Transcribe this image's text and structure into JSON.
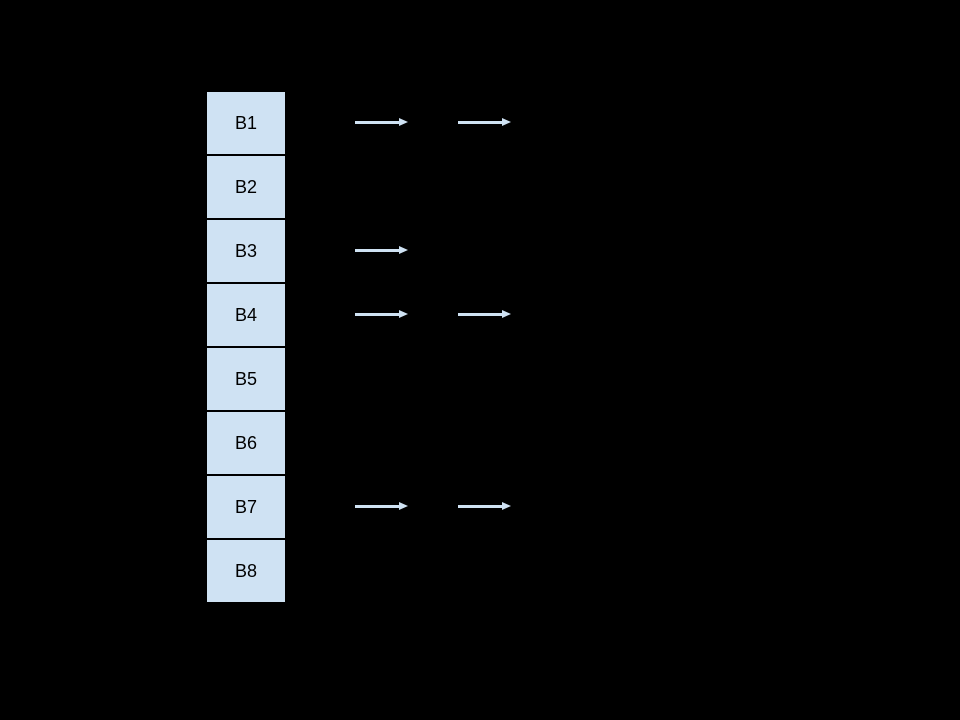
{
  "diagram": {
    "colors": {
      "background": "#000000",
      "box_fill": "#cfe2f3",
      "box_border": "#000000",
      "box_text": "#000000",
      "arrow": "#cfe2f3"
    },
    "buffers": [
      {
        "label": "B1"
      },
      {
        "label": "B2"
      },
      {
        "label": "B3"
      },
      {
        "label": "B4"
      },
      {
        "label": "B5"
      },
      {
        "label": "B6"
      },
      {
        "label": "B7"
      },
      {
        "label": "B8"
      }
    ],
    "arrows": [
      {
        "target": "B1",
        "column": 1
      },
      {
        "target": "B1",
        "column": 2
      },
      {
        "target": "B3",
        "column": 1
      },
      {
        "target": "B4",
        "column": 1
      },
      {
        "target": "B4",
        "column": 2
      },
      {
        "target": "B7",
        "column": 1
      },
      {
        "target": "B7",
        "column": 2
      }
    ]
  }
}
